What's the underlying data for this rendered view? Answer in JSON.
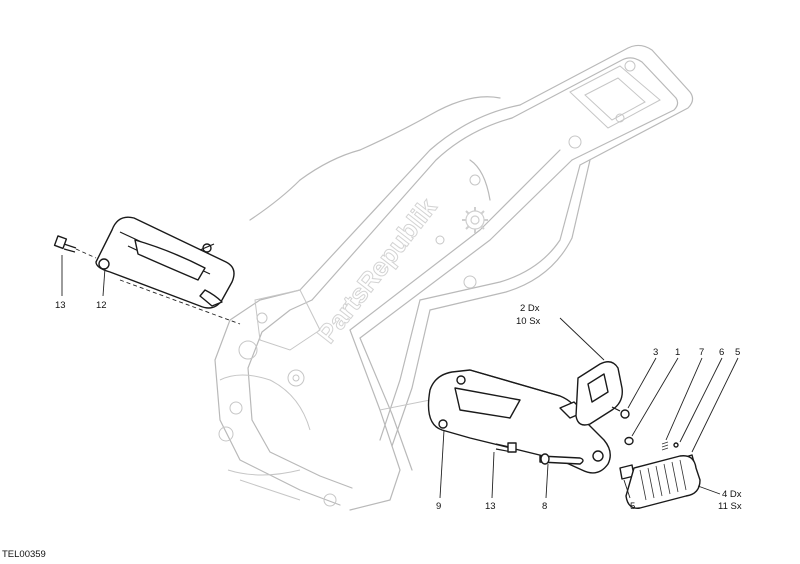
{
  "diagram": {
    "watermark": "PartsRepublik",
    "drawing_code": "TEL00359",
    "callouts": [
      {
        "id": "c13a",
        "text": "13"
      },
      {
        "id": "c12",
        "text": "12"
      },
      {
        "id": "c2",
        "text": "2 Dx"
      },
      {
        "id": "c10",
        "text": "10 Sx"
      },
      {
        "id": "c3",
        "text": "3"
      },
      {
        "id": "c1",
        "text": "1"
      },
      {
        "id": "c7",
        "text": "7"
      },
      {
        "id": "c6",
        "text": "6"
      },
      {
        "id": "c5a",
        "text": "5"
      },
      {
        "id": "c9",
        "text": "9"
      },
      {
        "id": "c13b",
        "text": "13"
      },
      {
        "id": "c8",
        "text": "8"
      },
      {
        "id": "c5b",
        "text": "5"
      },
      {
        "id": "c4",
        "text": "4 Dx"
      },
      {
        "id": "c11",
        "text": "11 Sx"
      }
    ]
  }
}
